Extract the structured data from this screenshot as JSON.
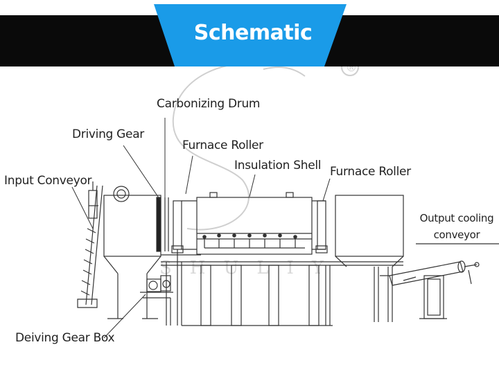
{
  "header": {
    "title": "Schematic",
    "accent_color": "#1a9be8",
    "band_color": "#0a0a0a"
  },
  "labels": {
    "carbonizing_drum": "Carbonizing Drum",
    "driving_gear": "Driving Gear",
    "furnace_roller_left": "Furnace Roller",
    "insulation_shell": "Insulation Shell",
    "furnace_roller_right": "Furnace Roller",
    "input_conveyor": "Input Conveyor",
    "output_cooling_conveyor_line1": "Output cooling",
    "output_cooling_conveyor_line2": "conveyor",
    "driving_gear_box": "Deiving Gear Box"
  },
  "watermark": {
    "text": "SHULIY",
    "mark": "®"
  }
}
